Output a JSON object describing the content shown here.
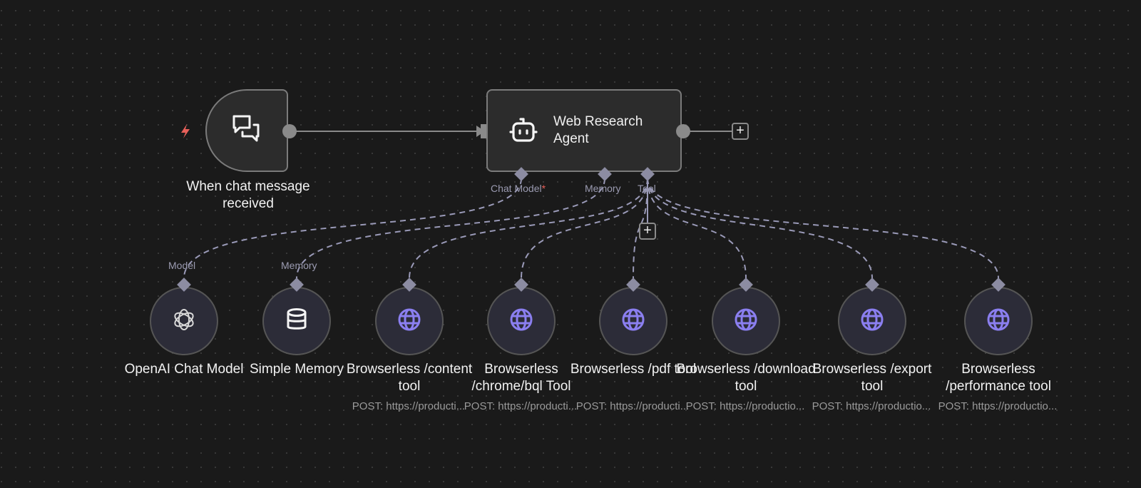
{
  "colors": {
    "canvas_bg": "#1a1a1a",
    "node_bg": "#2c2c2c",
    "subnode_bg": "#2c2c38",
    "edge": "#8a8a8a",
    "sub_edge": "#9a9ab8",
    "globe": "#8b7ff0",
    "trigger_bolt": "#e8605a"
  },
  "trigger": {
    "label": "When chat message received",
    "icon": "chat-bubbles-icon",
    "badge_icon": "lightning-bolt-icon"
  },
  "agent": {
    "title_line1": "Web Research",
    "title_line2": "Agent",
    "icon": "robot-icon",
    "ports": {
      "chat_model": "Chat Model",
      "chat_model_required": "*",
      "memory": "Memory",
      "tool": "Tool"
    },
    "add_button": "+"
  },
  "tool_add_button": "+",
  "sub_nodes": [
    {
      "label": "OpenAI Chat Model",
      "port_label": "Model",
      "icon": "openai-icon",
      "subtitle": ""
    },
    {
      "label": "Simple Memory",
      "port_label": "Memory",
      "icon": "database-icon",
      "subtitle": ""
    },
    {
      "label": "Browserless /content tool",
      "port_label": "",
      "icon": "globe-icon",
      "subtitle": "POST: https://producti..."
    },
    {
      "label": "Browserless /chrome/bql Tool",
      "port_label": "",
      "icon": "globe-icon",
      "subtitle": "POST: https://producti..."
    },
    {
      "label": "Browserless /pdf tool",
      "port_label": "",
      "icon": "globe-icon",
      "subtitle": "POST: https://producti..."
    },
    {
      "label": "Browserless /download tool",
      "port_label": "",
      "icon": "globe-icon",
      "subtitle": "POST: https://productio..."
    },
    {
      "label": "Browserless /export tool",
      "port_label": "",
      "icon": "globe-icon",
      "subtitle": "POST: https://productio..."
    },
    {
      "label": "Browserless /performance tool",
      "port_label": "",
      "icon": "globe-icon",
      "subtitle": "POST: https://productio..."
    }
  ]
}
